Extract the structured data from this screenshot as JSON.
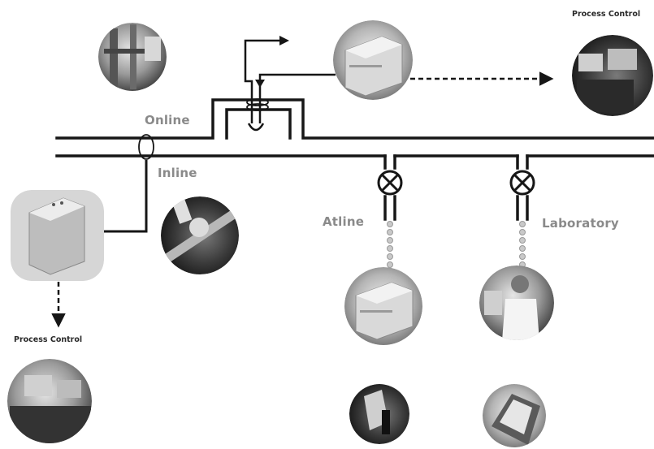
{
  "labels": {
    "online": "Online",
    "inline": "Inline",
    "atline": "Atline",
    "laboratory": "Laboratory",
    "process_control_top": "Process Control",
    "process_control_left": "Process Control"
  },
  "photos": [
    {
      "name": "plant-photo-icon",
      "subject": "process plant piping"
    },
    {
      "name": "online-analyzer-icon",
      "subject": "online analyzer instrument"
    },
    {
      "name": "control-room-top-icon",
      "subject": "process control room operator"
    },
    {
      "name": "inline-analyzer-icon",
      "subject": "inline analyzer unit"
    },
    {
      "name": "inline-probe-icon",
      "subject": "inline probe installed in pipe"
    },
    {
      "name": "atline-analyzer-icon",
      "subject": "atline analyzer instrument"
    },
    {
      "name": "lab-technician-icon",
      "subject": "laboratory technician"
    },
    {
      "name": "control-room-left-icon",
      "subject": "process control room"
    },
    {
      "name": "atline-sample-icon",
      "subject": "hand taking sample"
    },
    {
      "name": "lab-instrument-icon",
      "subject": "laboratory instrument"
    }
  ],
  "colors": {
    "pipe": "#161616",
    "label": "#8a8a8a",
    "process_control_label": "#2a2a2a"
  }
}
